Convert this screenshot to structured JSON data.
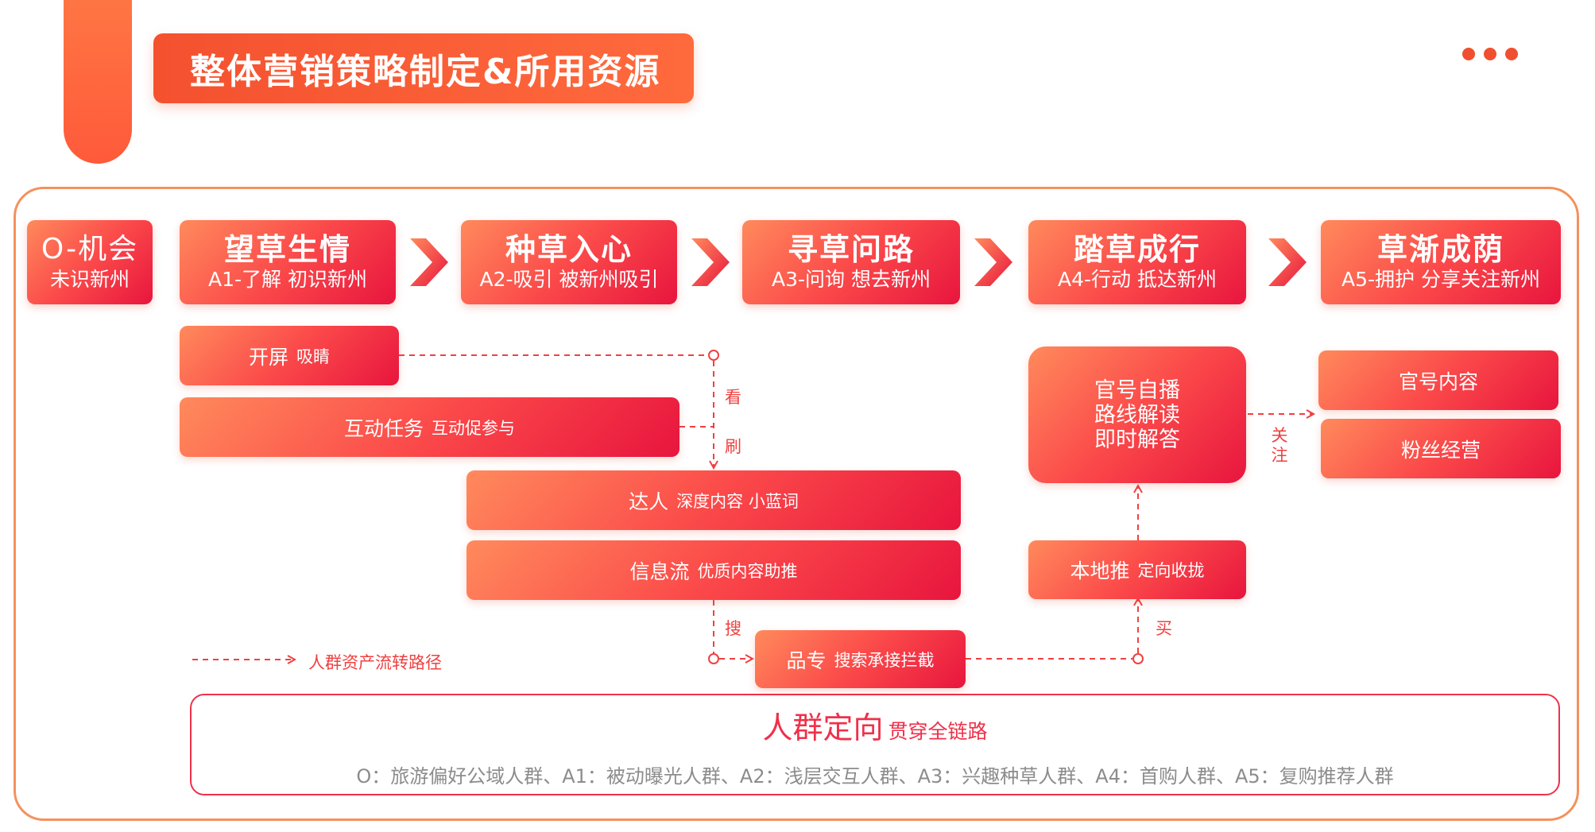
{
  "title": "整体营销策略制定&所用资源",
  "stages": [
    {
      "name": "O-机会",
      "sub": "未识新州"
    },
    {
      "name": "望草生情",
      "sub": "A1-了解 初识新州"
    },
    {
      "name": "种草入心",
      "sub": "A2-吸引 被新州吸引"
    },
    {
      "name": "寻草问路",
      "sub": "A3-问询 想去新州"
    },
    {
      "name": "踏草成行",
      "sub": "A4-行动 抵达新州"
    },
    {
      "name": "草渐成荫",
      "sub": "A5-拥护 分享关注新州"
    }
  ],
  "boxes": {
    "kaiping": {
      "main": "开屏",
      "sub": "吸睛"
    },
    "hudong": {
      "main": "互动任务",
      "sub": "互动促参与"
    },
    "daren": {
      "main": "达人",
      "sub": "深度内容 小蓝词"
    },
    "xinxiliu": {
      "main": "信息流",
      "sub": "优质内容助推"
    },
    "pinzhuan": {
      "main": "品专",
      "sub": "搜索承接拦截"
    },
    "guanhao": {
      "lines": [
        "官号自播",
        "路线解读",
        "即时解答"
      ]
    },
    "bendi": {
      "main": "本地推",
      "sub": "定向收拢"
    },
    "neirong": {
      "main": "官号内容"
    },
    "fensi": {
      "main": "粉丝经营"
    }
  },
  "flow_labels": {
    "kan": "看",
    "shua": "刷",
    "sou": "搜",
    "mai": "买",
    "guanzhu": [
      "关",
      "注"
    ]
  },
  "legend": "人群资产流转路径",
  "audience": {
    "title": "人群定向",
    "subtitle": "贯穿全链路",
    "desc": "O：旅游偏好公域人群、A1：被动曝光人群、A2：浅层交互人群、A3：兴趣种草人群、A4：首购人群、A5：复购推荐人群"
  },
  "colors": {
    "accent": "#f0502f",
    "frame": "#f5915d",
    "flow_line": "#f04040",
    "audience_border": "#f0304a"
  }
}
